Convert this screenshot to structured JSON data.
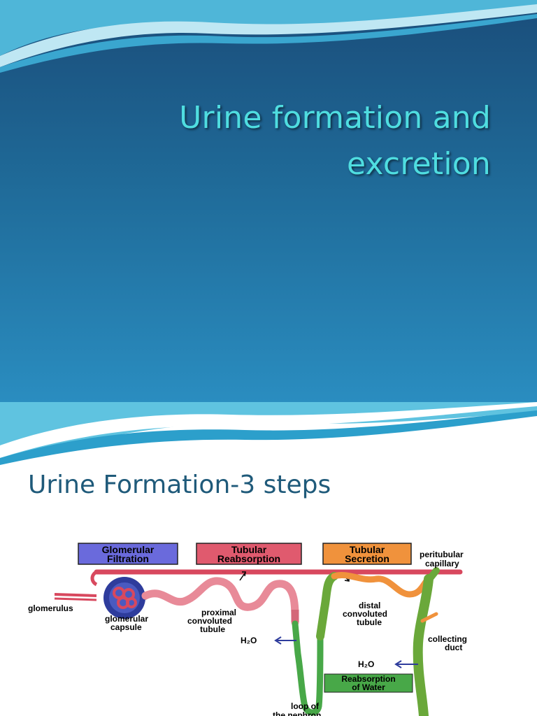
{
  "slide1": {
    "title_line1": "Urine formation and",
    "title_line2": "excretion"
  },
  "slide2": {
    "title": "Urine Formation-3 steps",
    "diagram": {
      "steps": [
        {
          "line1": "Glomerular",
          "line2": "Filtration",
          "color": "#6a6adc"
        },
        {
          "line1": "Tubular",
          "line2": "Reabsorption",
          "color": "#e05a6e"
        },
        {
          "line1": "Tubular",
          "line2": "Secretion",
          "color": "#f0923c"
        }
      ],
      "reabsorption_water": {
        "line1": "Reabsorption",
        "line2": "of Water",
        "color": "#48a848"
      },
      "labels": {
        "peritubular_1": "peritubular",
        "peritubular_2": "capillary",
        "glomerulus": "glomerulus",
        "capsule_1": "glomerular",
        "capsule_2": "capsule",
        "proximal_1": "proximal",
        "proximal_2": "convoluted",
        "proximal_3": "tubule",
        "distal_1": "distal",
        "distal_2": "convoluted",
        "distal_3": "tubule",
        "collecting_1": "collecting",
        "collecting_2": "duct",
        "h2o_a": "H₂O",
        "h2o_b": "H₂O",
        "loop_1": "loop of",
        "loop_2": "the nephron"
      }
    }
  }
}
